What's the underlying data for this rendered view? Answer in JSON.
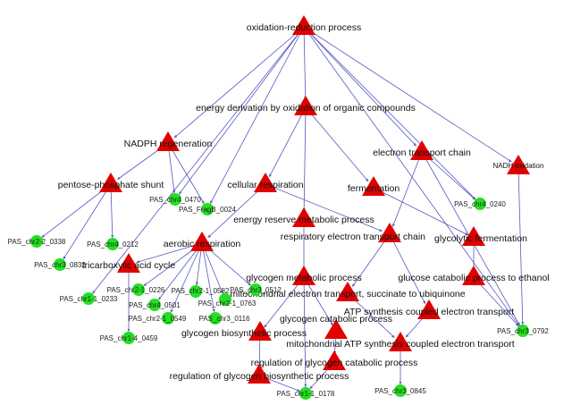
{
  "colors": {
    "go_term": "#e00000",
    "gene": "#22e022",
    "edge": "#5558c0"
  },
  "nodes": [
    {
      "id": "oxred",
      "label": "oxidation-reduction process",
      "type": "go"
    },
    {
      "id": "energyderiv",
      "label": "energy derivation by oxidation of organic compounds",
      "type": "go"
    },
    {
      "id": "nadph",
      "label": "NADPH regeneration",
      "type": "go"
    },
    {
      "id": "etc",
      "label": "electron transport chain",
      "type": "go"
    },
    {
      "id": "nadh",
      "label": "NADH oxidation",
      "type": "go"
    },
    {
      "id": "pentose",
      "label": "pentose-phosphate shunt",
      "type": "go"
    },
    {
      "id": "cellular",
      "label": "cellular respiration",
      "type": "go"
    },
    {
      "id": "ferment",
      "label": "fermentation",
      "type": "go"
    },
    {
      "id": "reserve",
      "label": "energy reserve metabolic process",
      "type": "go"
    },
    {
      "id": "respetc",
      "label": "respiratory electron transport chain",
      "type": "go"
    },
    {
      "id": "glycolytic",
      "label": "glycolytic fermentation",
      "type": "go"
    },
    {
      "id": "aerobic",
      "label": "aerobic respiration",
      "type": "go"
    },
    {
      "id": "tca",
      "label": "tricarboxylic acid cycle",
      "type": "go"
    },
    {
      "id": "glymet",
      "label": "glycogen metabolic process",
      "type": "go"
    },
    {
      "id": "glucose",
      "label": "glucose catabolic process to ethanol",
      "type": "go"
    },
    {
      "id": "succ",
      "label": "mitochondrial electron transport, succinate to ubiquinone",
      "type": "go"
    },
    {
      "id": "atpcoupled",
      "label": "ATP synthesis coupled electron transport",
      "type": "go"
    },
    {
      "id": "glycat",
      "label": "glycogen catabolic process",
      "type": "go"
    },
    {
      "id": "glybio",
      "label": "glycogen biosynthetic process",
      "type": "go"
    },
    {
      "id": "mitoatp",
      "label": "mitochondrial ATP synthesis coupled electron transport",
      "type": "go"
    },
    {
      "id": "regcat",
      "label": "regulation of glycogen catabolic process",
      "type": "go"
    },
    {
      "id": "regbio",
      "label": "regulation of glycogen biosynthetic process",
      "type": "go"
    },
    {
      "id": "g0470",
      "label": "PAS_chr4_0470",
      "type": "gene"
    },
    {
      "id": "g0024",
      "label": "PAS_FragB_0024",
      "type": "gene"
    },
    {
      "id": "g0240",
      "label": "PAS_chr4_0240",
      "type": "gene"
    },
    {
      "id": "g0338",
      "label": "PAS_chr2-2_0338",
      "type": "gene"
    },
    {
      "id": "g0212",
      "label": "PAS_chr4_0212",
      "type": "gene"
    },
    {
      "id": "g0832",
      "label": "PAS_chr3_0832",
      "type": "gene"
    },
    {
      "id": "g0233",
      "label": "PAS_chr1-1_0233",
      "type": "gene"
    },
    {
      "id": "g0226",
      "label": "PAS_chr2-1_0226",
      "type": "gene"
    },
    {
      "id": "g0501",
      "label": "PAS_chr4_0501",
      "type": "gene"
    },
    {
      "id": "g0582",
      "label": "PAS_chr2-1_0582",
      "type": "gene"
    },
    {
      "id": "g0763",
      "label": "PAS_chr2-1_0763",
      "type": "gene"
    },
    {
      "id": "g0512",
      "label": "PAS_chr3_0512",
      "type": "gene"
    },
    {
      "id": "g0549",
      "label": "PAS_chr2-1_0549",
      "type": "gene"
    },
    {
      "id": "g0116",
      "label": "PAS_chr3_0116",
      "type": "gene"
    },
    {
      "id": "g0459",
      "label": "PAS_chr1-4_0459",
      "type": "gene"
    },
    {
      "id": "g0178",
      "label": "PAS_chr1-1_0178",
      "type": "gene"
    },
    {
      "id": "g0845",
      "label": "PAS_chr3_0845",
      "type": "gene"
    },
    {
      "id": "g0792",
      "label": "PAS_chr3_0792",
      "type": "gene"
    }
  ],
  "edges": [
    [
      "oxred",
      "energyderiv"
    ],
    [
      "oxred",
      "nadph"
    ],
    [
      "oxred",
      "etc"
    ],
    [
      "oxred",
      "nadh"
    ],
    [
      "oxred",
      "g0240"
    ],
    [
      "oxred",
      "g0470"
    ],
    [
      "oxred",
      "g0024"
    ],
    [
      "oxred",
      "g0233"
    ],
    [
      "oxred",
      "g0792"
    ],
    [
      "energyderiv",
      "cellular"
    ],
    [
      "energyderiv",
      "ferment"
    ],
    [
      "energyderiv",
      "reserve"
    ],
    [
      "nadph",
      "pentose"
    ],
    [
      "nadph",
      "g0470"
    ],
    [
      "nadph",
      "g0024"
    ],
    [
      "pentose",
      "g0338"
    ],
    [
      "pentose",
      "g0832"
    ],
    [
      "pentose",
      "g0212"
    ],
    [
      "cellular",
      "aerobic"
    ],
    [
      "cellular",
      "respetc"
    ],
    [
      "ferment",
      "glycolytic"
    ],
    [
      "etc",
      "respetc"
    ],
    [
      "etc",
      "g0240"
    ],
    [
      "etc",
      "g0792"
    ],
    [
      "nadh",
      "g0792"
    ],
    [
      "reserve",
      "glymet"
    ],
    [
      "respetc",
      "succ"
    ],
    [
      "respetc",
      "atpcoupled"
    ],
    [
      "glycolytic",
      "glucose"
    ],
    [
      "glucose",
      "g0792"
    ],
    [
      "aerobic",
      "tca"
    ],
    [
      "aerobic",
      "g0226"
    ],
    [
      "aerobic",
      "g0501"
    ],
    [
      "aerobic",
      "g0582"
    ],
    [
      "aerobic",
      "g0763"
    ],
    [
      "aerobic",
      "g0512"
    ],
    [
      "aerobic",
      "g0549"
    ],
    [
      "aerobic",
      "g0116"
    ],
    [
      "tca",
      "g0459"
    ],
    [
      "glymet",
      "glybio"
    ],
    [
      "glymet",
      "glycat"
    ],
    [
      "glymet",
      "g0178"
    ],
    [
      "glybio",
      "regbio"
    ],
    [
      "glycat",
      "regcat"
    ],
    [
      "regbio",
      "g0178"
    ],
    [
      "regcat",
      "g0178"
    ],
    [
      "atpcoupled",
      "mitoatp"
    ],
    [
      "succ",
      "mitoatp"
    ],
    [
      "mitoatp",
      "g0845"
    ]
  ]
}
